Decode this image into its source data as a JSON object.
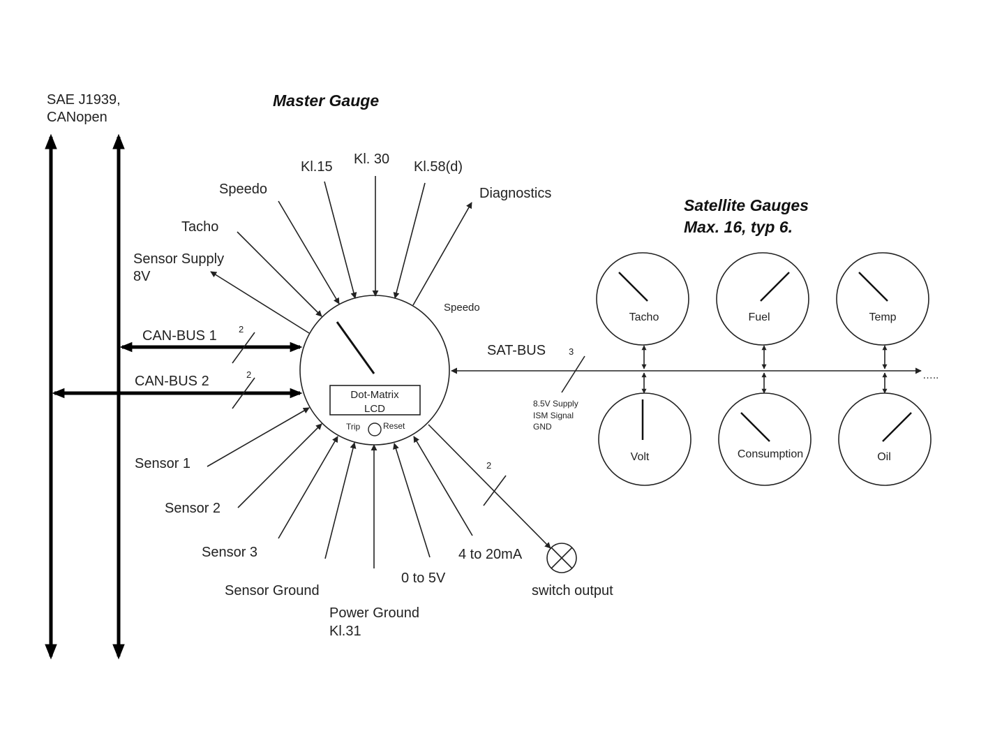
{
  "labels": {
    "bus_protocols_line1": "SAE J1939,",
    "bus_protocols_line2": "CANopen",
    "master_title": "Master Gauge",
    "satellite_title_line1": "Satellite Gauges",
    "satellite_title_line2": "Max. 16, typ 6."
  },
  "master": {
    "inputs_top": {
      "kl15": "Kl.15",
      "kl30": "Kl. 30",
      "kl58": "Kl.58(d)",
      "diagnostics": "Diagnostics",
      "speedo": "Speedo",
      "tacho": "Tacho",
      "sensor_supply_line1": "Sensor Supply",
      "sensor_supply_line2": "8V"
    },
    "gauge_label": "Speedo",
    "lcd_line1": "Dot-Matrix",
    "lcd_line2": "LCD",
    "trip": "Trip",
    "reset": "Reset",
    "can_bus_1": "CAN-BUS 1",
    "can_bus_2": "CAN-BUS 2",
    "can_bus_1_count": "2",
    "can_bus_2_count": "2",
    "inputs_bottom": {
      "sensor1": "Sensor 1",
      "sensor2": "Sensor 2",
      "sensor3": "Sensor 3",
      "sensor_ground": "Sensor Ground",
      "power_ground_line1": "Power Ground",
      "power_ground_line2": "Kl.31",
      "v0to5": "0 to 5V",
      "ma4to20": "4 to 20mA"
    },
    "switch_count": "2",
    "switch_output": "switch output"
  },
  "sat_bus": {
    "label": "SAT-BUS",
    "count": "3",
    "supply_line1": "8.5V Supply",
    "supply_line2": "ISM Signal",
    "supply_line3": "GND",
    "continuation": "….."
  },
  "satellites": {
    "tacho": "Tacho",
    "fuel": "Fuel",
    "temp": "Temp",
    "volt": "Volt",
    "consumption": "Consumption",
    "oil": "Oil"
  }
}
